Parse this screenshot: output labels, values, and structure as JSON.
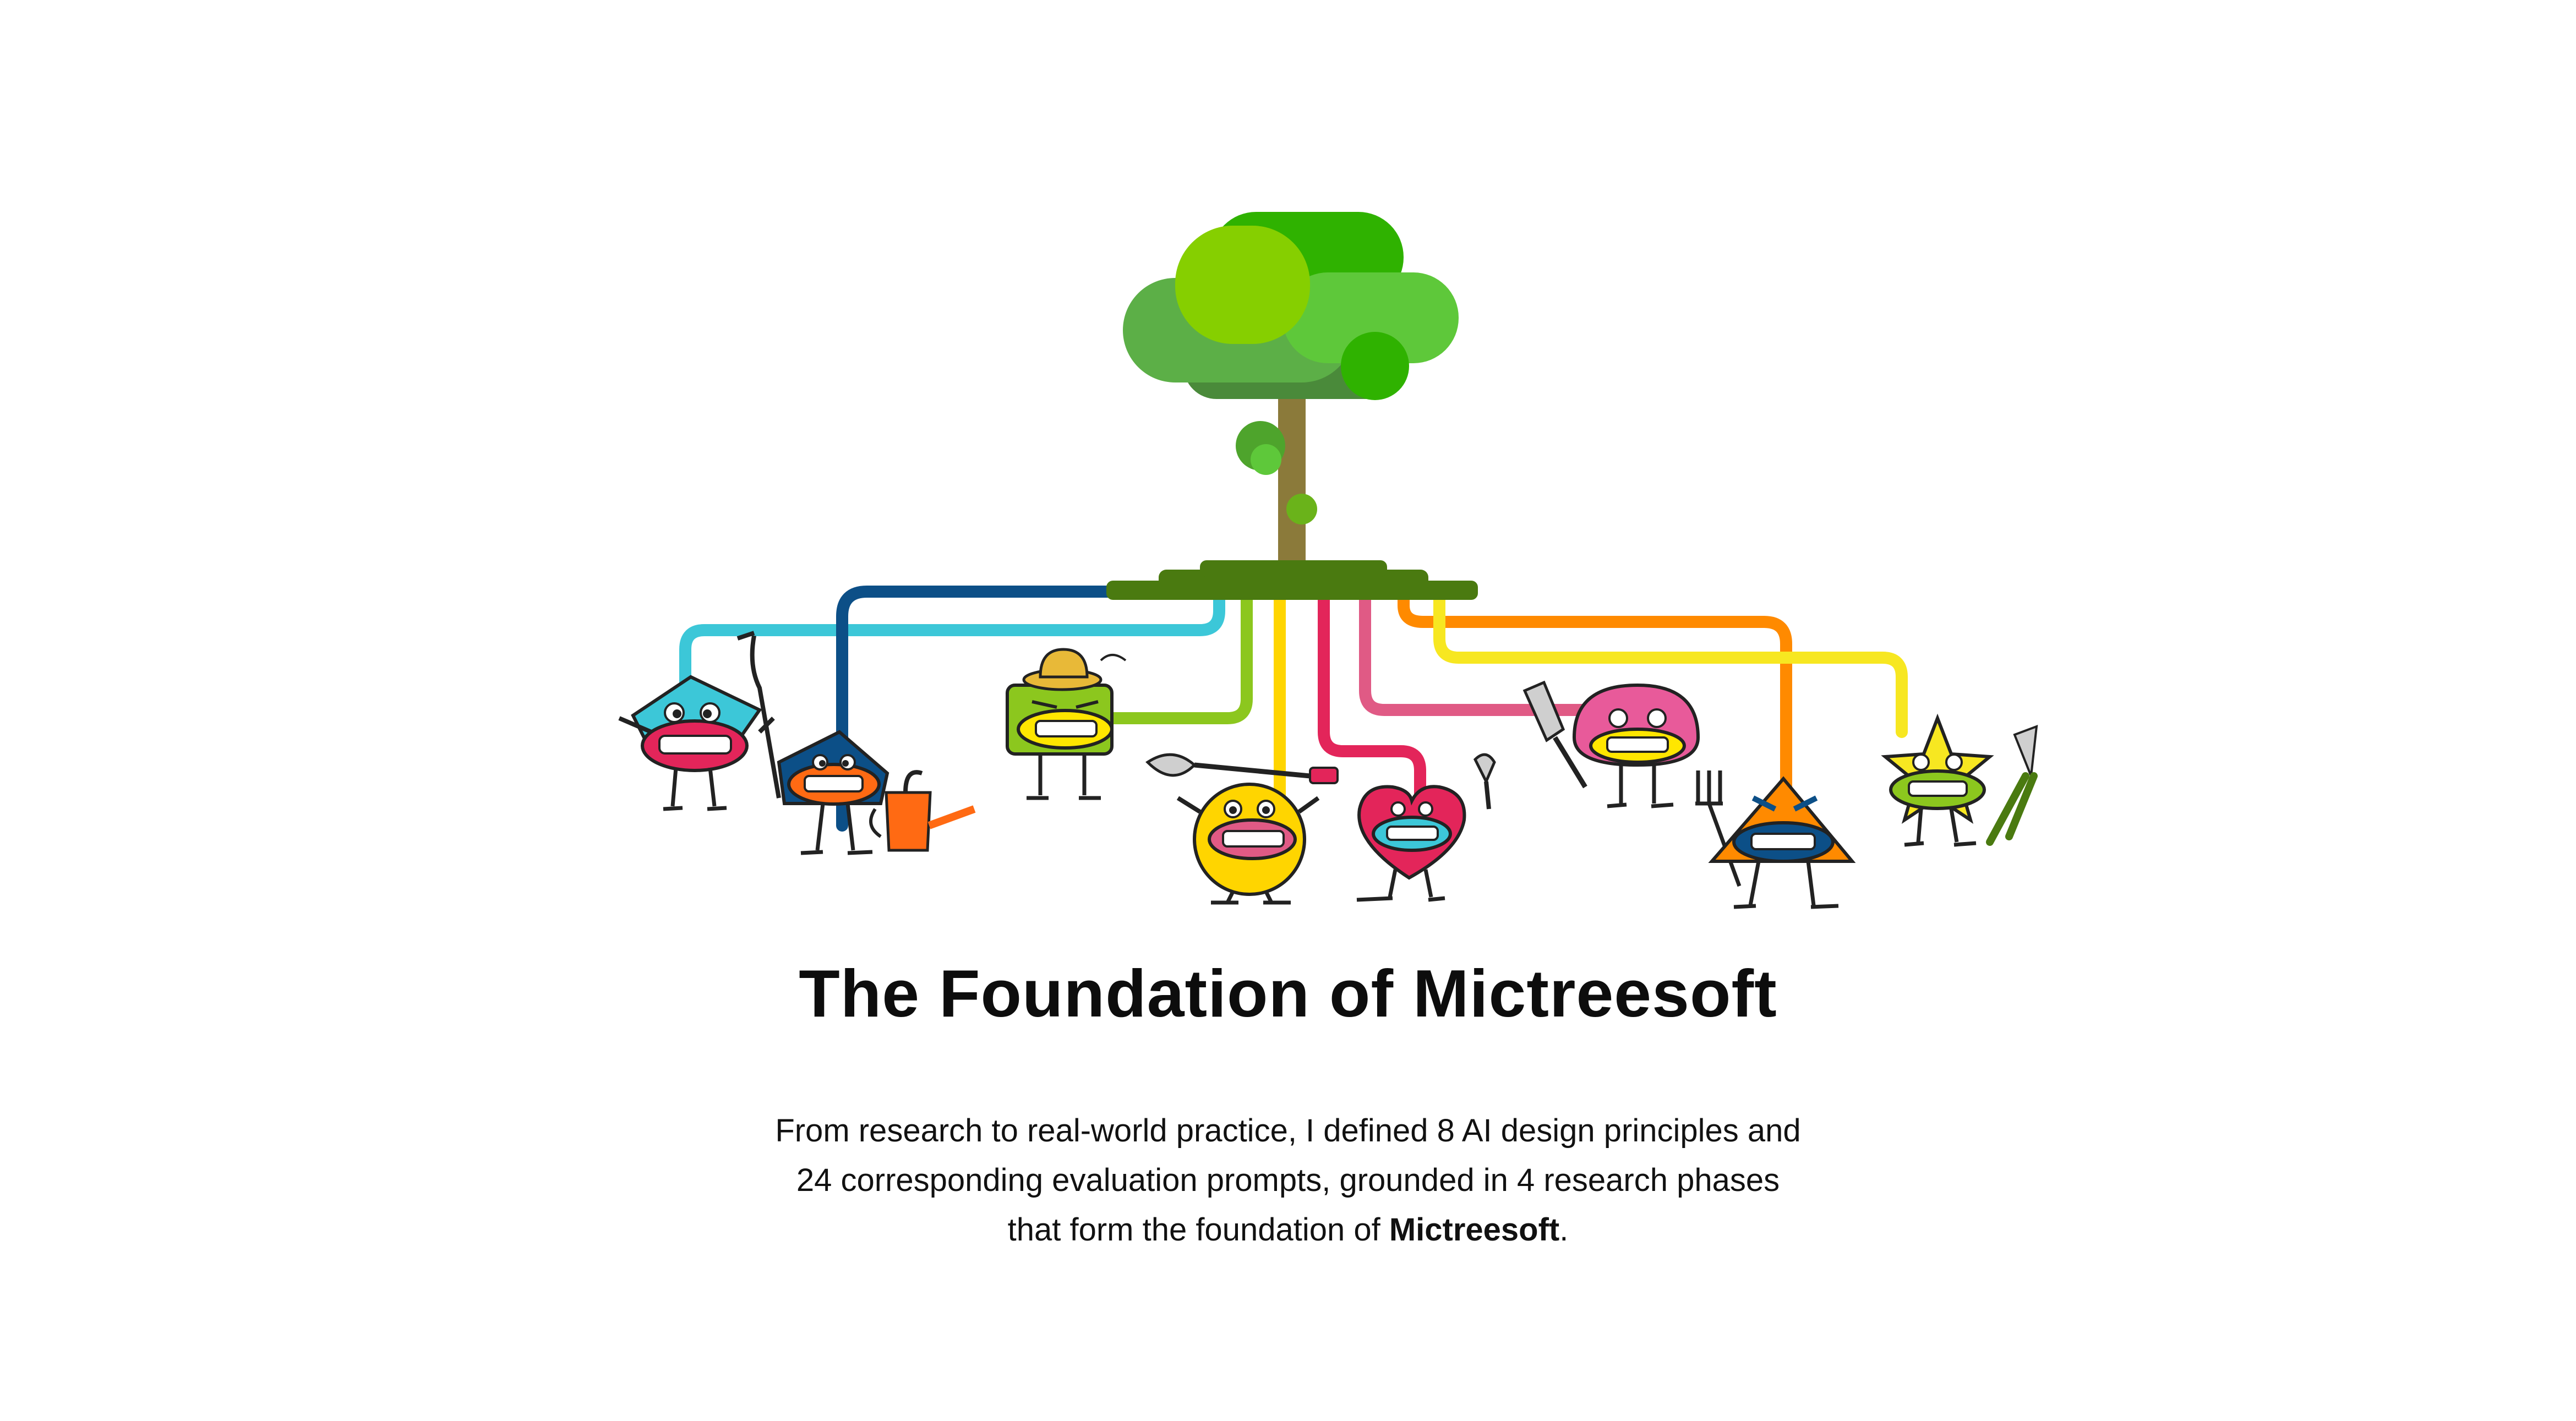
{
  "title": "The Foundation of Mictreesoft",
  "paragraph": {
    "line1": "From research to real-world practice, I defined 8 AI design principles and",
    "line2": "24 corresponding evaluation prompts, grounded in 4 research phases",
    "line3_prefix": "that form the foundation of ",
    "line3_bold": "Mictreesoft",
    "line3_suffix": "."
  },
  "illustration": {
    "tree": {
      "canopy_colors": [
        "#2fb200",
        "#86cf00",
        "#5caf47",
        "#5ec83a",
        "#4a8a3a"
      ],
      "trunk_color": "#8b7a3a",
      "ground_color": "#4a7a10"
    },
    "root_lines": [
      {
        "color": "#3cc7d8"
      },
      {
        "color": "#0c4f87"
      },
      {
        "color": "#8cc71e"
      },
      {
        "color": "#ffd500"
      },
      {
        "color": "#e3255a"
      },
      {
        "color": "#e05a85"
      },
      {
        "color": "#ff8a00"
      },
      {
        "color": "#f7e721"
      }
    ],
    "characters": [
      {
        "shape": "diamond",
        "color": "#3cc7d8",
        "tool": "hoe-icon"
      },
      {
        "shape": "house",
        "color": "#0c4f87",
        "tool": "watering-can-icon"
      },
      {
        "shape": "square",
        "color": "#8cc71e",
        "tool": "straw-hat-icon"
      },
      {
        "shape": "circle",
        "color": "#ffd500",
        "tool": "shovel-icon"
      },
      {
        "shape": "heart",
        "color": "#e3255a",
        "tool": "trowel-icon"
      },
      {
        "shape": "mushroom",
        "color": "#e05a85",
        "tool": "spade-icon"
      },
      {
        "shape": "triangle",
        "color": "#ff8a00",
        "tool": "pitchfork-icon"
      },
      {
        "shape": "star",
        "color": "#f7e721",
        "tool": "shears-icon"
      }
    ]
  }
}
